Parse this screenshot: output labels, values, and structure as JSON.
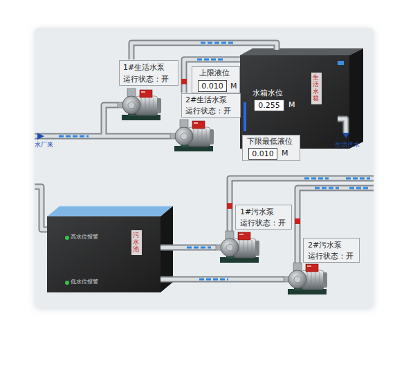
{
  "diagram": {
    "nodes": [
      {
        "text": [
          "1#生活水泵",
          "运行状态：开"
        ]
      },
      {
        "text": [
          "上限液位",
          "M"
        ]
      },
      {
        "text": [
          "0.010"
        ],
        "in": 1
      },
      {
        "text": [
          "水箱水位",
          "M"
        ]
      },
      {
        "text": [
          "0.255"
        ],
        "in": 3
      },
      {
        "text": [
          "生活水箱"
        ],
        "in": 3
      },
      {
        "text": [
          "2#生活水泵",
          "运行状态：开"
        ]
      },
      {
        "text": [
          "下限最低液位",
          "M"
        ]
      },
      {
        "text": [
          "0.010"
        ],
        "in": 7
      },
      {
        "text": [
          "高水位报警",
          "低水位报警"
        ]
      },
      {
        "text": [
          "污水池"
        ],
        "in": 9
      },
      {
        "text": [
          "1#污水泵",
          "运行状态：开"
        ]
      },
      {
        "text": [
          "2#污水泵",
          "运行状态：开"
        ]
      }
    ],
    "labels": [
      "水厂来",
      "生活供水"
    ]
  }
}
